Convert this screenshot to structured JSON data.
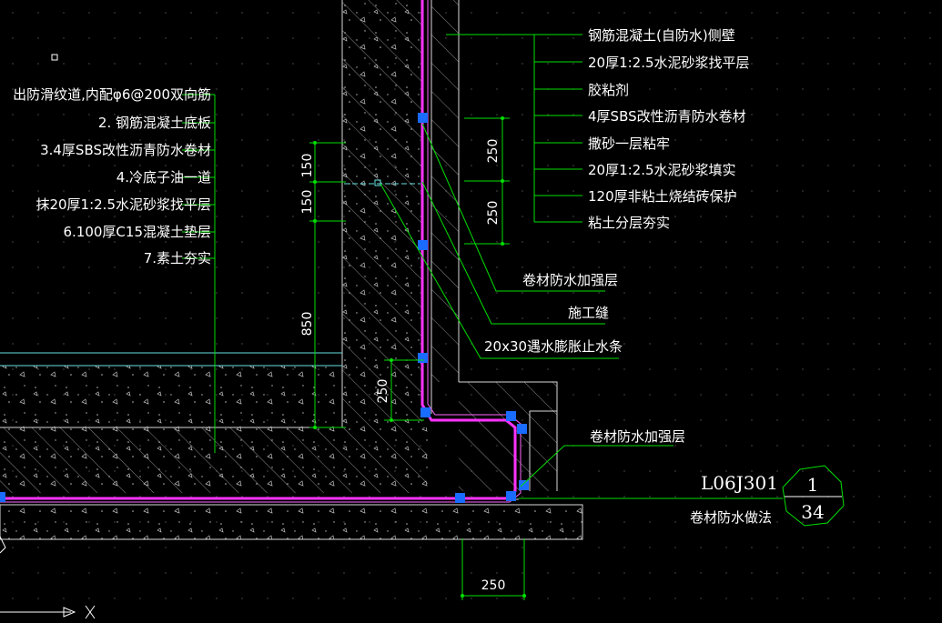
{
  "colors": {
    "background": "#000000",
    "leader": "#00e000",
    "concrete_outline": "#d8d8d8",
    "hatch": "#9a9a9a",
    "membrane": "#ff33ff",
    "node": "#1a6bff",
    "cyan_line": "#66e0e0",
    "dim_tick": "#00e000"
  },
  "left_labels": [
    "出防滑纹道,内配φ6@200双向筋",
    "2.  钢筋混凝土底板",
    "3.4厚SBS改性沥青防水卷材",
    "4.冷底子油一道",
    "抹20厚1:2.5水泥砂浆找平层",
    "6.100厚C15混凝土垫层",
    "7.素土夯实"
  ],
  "right_labels": [
    "钢筋混凝土(自防水)侧壁",
    "20厚1:2.5水泥砂浆找平层",
    "胶粘剂",
    "4厚SBS改性沥青防水卷材",
    "撒砂一层粘牢",
    "20厚1:2.5水泥砂浆填实",
    "120厚非粘土烧结砖保护",
    "粘土分层夯实"
  ],
  "mid_labels": {
    "reinforce_top": "卷材防水加强层",
    "construction_joint": "施工缝",
    "waterstop": "20x30遇水膨胀止水条",
    "reinforce_bottom": "卷材防水加强层"
  },
  "dimensions": {
    "left_150_top": "150",
    "left_150_bottom": "150",
    "left_850": "850",
    "left_250": "250",
    "right_250_top": "250",
    "right_250_bottom": "250",
    "bottom_250": "250"
  },
  "detail_ref": {
    "code": "L06J301",
    "caption": "卷材防水做法",
    "numerator": "1",
    "denominator": "34"
  },
  "icons": [
    "ucs-axis-icon",
    "small-square-marker-icon"
  ]
}
